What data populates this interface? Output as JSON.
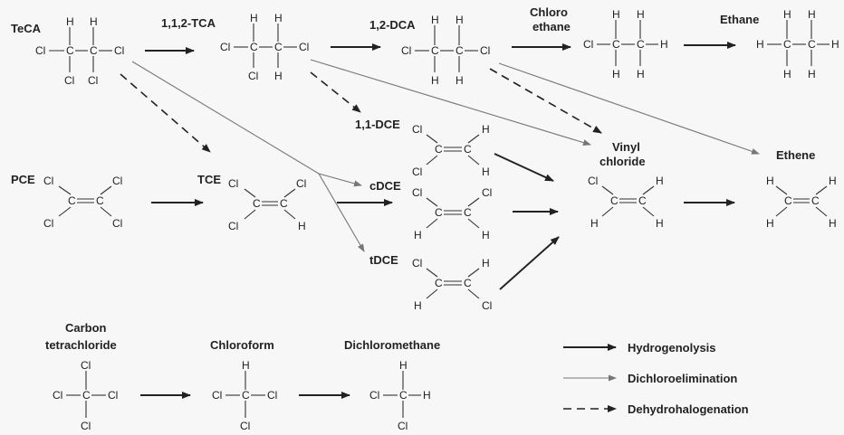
{
  "labels": {
    "teca": "TeCA",
    "tca112": "1,1,2-TCA",
    "dca12": "1,2-DCA",
    "chloroethane_1": "Chloro",
    "chloroethane_2": "ethane",
    "ethane": "Ethane",
    "dce11": "1,1-DCE",
    "vinyl_1": "Vinyl",
    "vinyl_2": "chloride",
    "ethene": "Ethene",
    "pce": "PCE",
    "tce": "TCE",
    "cdce": "cDCE",
    "tdce": "tDCE",
    "ct_1": "Carbon",
    "ct_2": "tetrachloride",
    "chloroform": "Chloroform",
    "dcm": "Dichloromethane"
  },
  "atoms": {
    "c": "C",
    "cl": "Cl",
    "h": "H"
  },
  "legend": [
    {
      "label": "Hydrogenolysis",
      "style": "solid-bold"
    },
    {
      "label": "Dichloroelimination",
      "style": "solid-thin"
    },
    {
      "label": "Dehydrohalogenation",
      "style": "dashed"
    }
  ],
  "colors": {
    "ink": "#222222",
    "thin_arrow": "#777777",
    "background": "#f7f7f7"
  }
}
